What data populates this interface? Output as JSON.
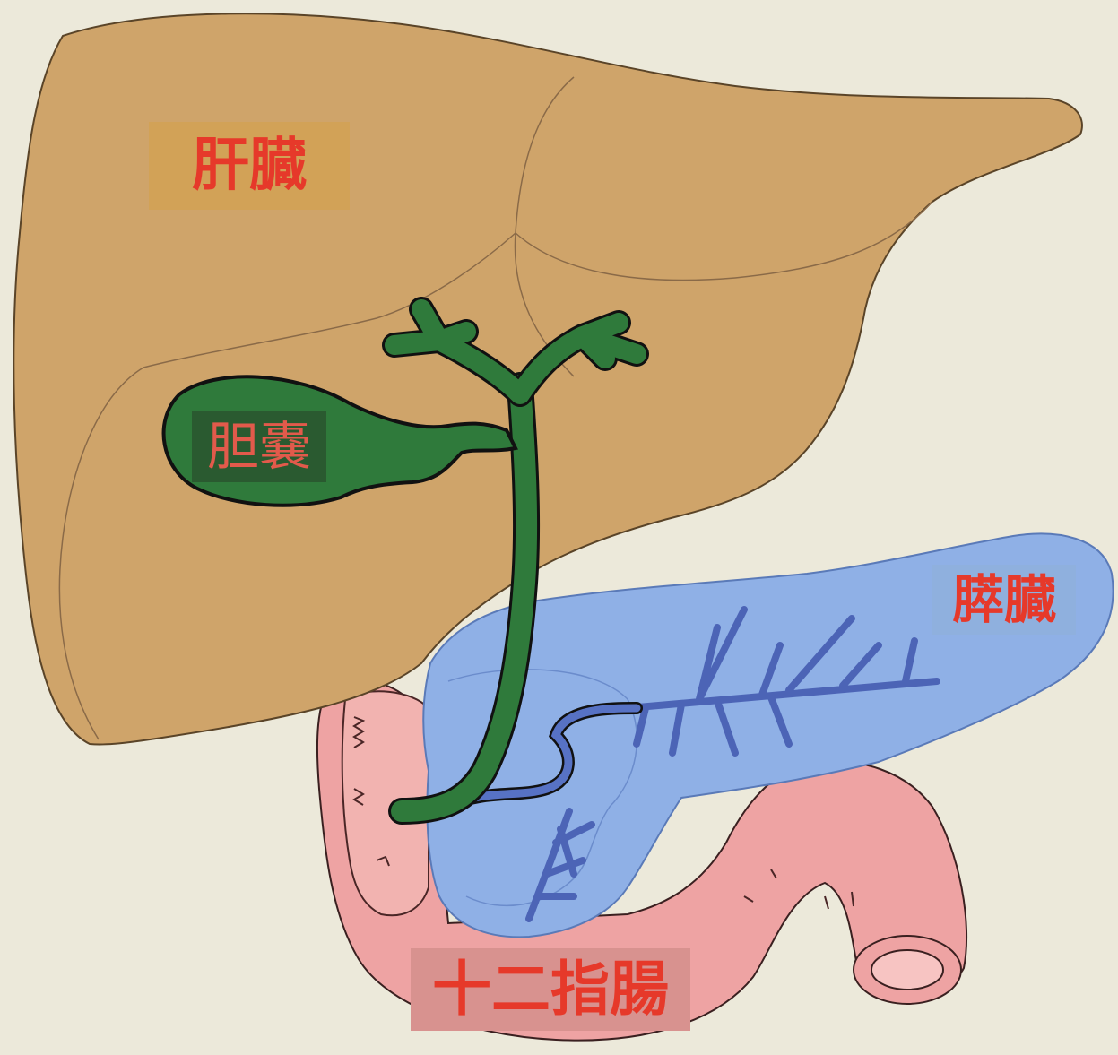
{
  "labels": {
    "liver": "肝臓",
    "gallbladder": "胆嚢",
    "pancreas": "膵臓",
    "duodenum": "十二指腸"
  },
  "colors": {
    "background": "#ece9da",
    "liver": "#cfa46a",
    "gallbladder": "#2f7a3b",
    "pancreas": "#8fb0e6",
    "pancreatic_duct": "#4c64b6",
    "duodenum": "#eea3a3",
    "label_text": "#e6392a"
  }
}
